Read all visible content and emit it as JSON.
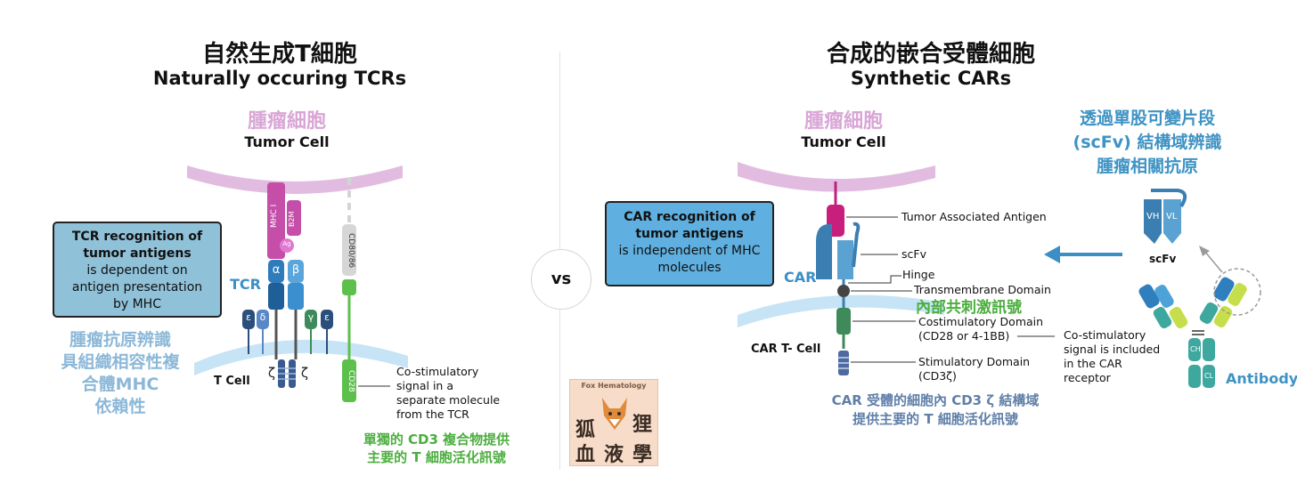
{
  "left": {
    "title_cn": "自然生成T細胞",
    "title_en": "Naturally occuring TCRs",
    "cell_cn": "腫瘤細胞",
    "cell_en": "Tumor Cell",
    "box": {
      "line1": "TCR recognition of",
      "line2": "tumor antigens",
      "line3": "is dependent on",
      "line4": "antigen presentation",
      "line5": "by MHC"
    },
    "tcr_label": "TCR",
    "tcell_label": "T Cell",
    "mhc_label": "MHC I",
    "b2m_label": "B2M",
    "ag_label": "Ag",
    "alpha": "α",
    "beta": "β",
    "epsilon": "ε",
    "delta": "δ",
    "gamma": "γ",
    "zeta": "ζ",
    "cd80_label": "CD80/86",
    "cd28_label": "CD28",
    "costim_note": [
      "Co-stimulatory",
      "signal in a",
      "separate molecule",
      "from the TCR"
    ],
    "blue_note": [
      "腫瘤抗原辨識",
      "具組織相容性複",
      "合體MHC",
      "依賴性"
    ],
    "green_note": [
      "單獨的 CD3 複合物提供",
      "主要的 T 細胞活化訊號"
    ]
  },
  "vs": "vs",
  "logo": {
    "caption": "Fox Hematology",
    "chars": [
      "狐",
      "狸",
      "血",
      "液",
      "學"
    ]
  },
  "right": {
    "title_cn": "合成的嵌合受體細胞",
    "title_en": "Synthetic CARs",
    "cell_cn": "腫瘤細胞",
    "cell_en": "Tumor Cell",
    "box": {
      "line1": "CAR recognition of",
      "line2": "tumor antigens",
      "line3": "is independent of MHC",
      "line4": "molecules"
    },
    "car_label": "CAR",
    "cart_label": "CAR T- Cell",
    "labels": {
      "taa": "Tumor Associated Antigen",
      "scfv": "scFv",
      "hinge": "Hinge",
      "tm": "Transmembrane Domain",
      "costim": "Costimulatory Domain",
      "costim_sub": "(CD28 or 4-1BB)",
      "stim": "Stimulatory Domain",
      "stim_sub": "(CD3ζ)"
    },
    "green_cn": "內部共刺激訊號",
    "costim_note": [
      "Co-stimulatory",
      "signal is included",
      "in the CAR",
      "receptor"
    ],
    "navy_note": [
      "CAR 受體的細胞內 CD3 ζ 結構域",
      "提供主要的 T 細胞活化訊號"
    ],
    "teal_note": [
      "透過單股可變片段",
      "(scFv) 結構域辨識",
      "腫瘤相關抗原"
    ],
    "scfv_label": "scFv",
    "vh": "VH",
    "vl": "VL",
    "ch": "CH",
    "cl": "CL",
    "antibody_label": "Antibody"
  },
  "colors": {
    "tumor_membrane": "#d9a6d6",
    "tcell_membrane": "#bfe0f3",
    "box_left": "#8fc1d8",
    "box_right": "#5fb0e0",
    "mhc": "#c44ea8",
    "alpha": "#3a7fc0",
    "green": "#4cae3f",
    "navy": "#2b4f7c"
  }
}
